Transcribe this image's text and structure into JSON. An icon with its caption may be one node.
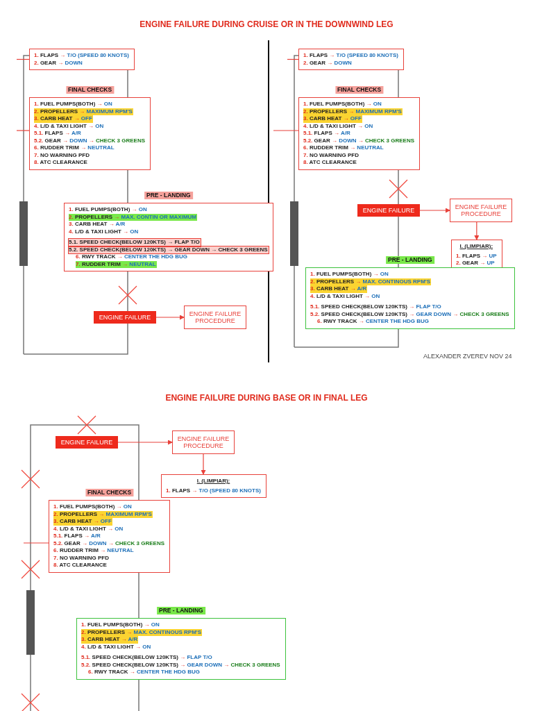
{
  "diagram": {
    "title": "ENGINE FAILURE DURING CRUISE OR IN THE DOWNWIND LEG",
    "nodes": [
      {
        "text": [
          "1. FLAPS → T/O (SPEED 80 KNOTS)",
          "2. GEAR → DOWN"
        ]
      },
      {
        "text": [
          "FINAL CHECKS",
          "1. FUEL PUMPS(BOTH) → ON",
          "2. PROPELLERS → MAXIMUM RPM'S",
          "3. CARB HEAT → OFF",
          "4. L/D & TAXI LIGHT → ON",
          "5.1. FLAPS → A/R",
          "5.2. GEAR → DOWN → CHECK 3 GREENS",
          "6. RUDDER TRIM → NEUTRAL",
          "7. NO WARNING PFD",
          "8. ATC CLEARANCE"
        ]
      },
      {
        "text": [
          "PRE - LANDING",
          "1. FUEL PUMPS(BOTH) → ON",
          "2. PROPELLERS → MAX. CONTIN OR MAXIMUM",
          "3. CARB HEAT → A/R",
          "4. L/D & TAXI LIGHT → ON",
          "5.1. SPEED CHECK(BELOW 120KTS) → FLAP T/O",
          "5.2. SPEED CHECK(BELOW 120KTS) → GEAR DOWN → CHECK 3 GREENS",
          "6. RWY TRACK → CENTER THE HDG BUG",
          "7. RUDDER TRIM → NEUTRAL"
        ]
      },
      {
        "text": [
          "ENGINE FAILURE"
        ]
      },
      {
        "text": [
          "ENGINE FAILURE PROCEDURE"
        ]
      },
      {
        "text": [
          "1. FLAPS → T/O (SPEED 80 KNOTS)",
          "2. GEAR → DOWN"
        ]
      },
      {
        "text": [
          "FINAL CHECKS",
          "1. FUEL PUMPS(BOTH) → ON",
          "2. PROPELLERS → MAXIMUM RPM'S",
          "3. CARB HEAT → OFF",
          "4. L/D & TAXI LIGHT → ON",
          "5.1. FLAPS → A/R",
          "5.2. GEAR → DOWN → CHECK 3 GREENS",
          "6. RUDDER TRIM → NEUTRAL",
          "7. NO WARNING PFD",
          "8. ATC CLEARANCE"
        ]
      },
      {
        "text": [
          "ENGINE FAILURE"
        ]
      },
      {
        "text": [
          "ENGINE FAILURE PROCEDURE"
        ]
      },
      {
        "text": [
          "I. (LIMPIAR):",
          "1. FLAPS → UP",
          "2. GEAR → UP"
        ]
      },
      {
        "text": [
          "PRE - LANDING",
          "1. FUEL PUMPS(BOTH) → ON",
          "2. PROPELLERS → MAX. CONTINOUS RPM'S",
          "3. CARB HEAT → A/R",
          "4. L/D & TAXI LIGHT → ON",
          "5.1. SPEED CHECK(BELOW 120KTS) → FLAP T/O",
          "5.2. SPEED CHECK(BELOW 120KTS) → GEAR DOWN → CHECK 3 GREENS",
          "6. RWY TRACK → CENTER THE HDG BUG"
        ]
      },
      {
        "text": [
          "ENGINE FAILURE"
        ]
      },
      {
        "text": [
          "ENGINE FAILURE PROCEDURE"
        ]
      },
      {
        "text": [
          "I. (LIMPIAR):",
          "1. FLAPS → T/O (SPEED 80 KNOTS)"
        ]
      },
      {
        "text": [
          "FINAL CHECKS",
          "1. FUEL PUMPS(BOTH) → ON",
          "2. PROPELLERS → MAXIMUM RPM'S",
          "3. CARB HEAT → OFF",
          "4. L/D & TAXI LIGHT → ON",
          "5.1. FLAPS → A/R",
          "5.2. GEAR → DOWN → CHECK 3 GREENS",
          "6. RUDDER TRIM → NEUTRAL",
          "7. NO WARNING PFD",
          "8. ATC CLEARANCE"
        ]
      },
      {
        "text": [
          "PRE - LANDING",
          "1. FUEL PUMPS(BOTH) → ON",
          "2. PROPELLERS → MAX. CONTINOUS RPM'S",
          "3. CARB HEAT → A/R",
          "4. L/D & TAXI LIGHT → ON",
          "5.1. SPEED CHECK(BELOW 120KTS) → FLAP T/O",
          "5.2. SPEED CHECK(BELOW 120KTS) → GEAR DOWN → CHECK 3 GREENS",
          "6. RWY TRACK → CENTER THE HDG BUG"
        ]
      }
    ],
    "edges": [
      {
        "from": 0,
        "to": null,
        "arrow": "none"
      },
      {
        "from": 1,
        "to": null,
        "arrow": "none"
      },
      {
        "from": 3,
        "to": 4,
        "arrow": "to"
      },
      {
        "from": 5,
        "to": null,
        "arrow": "none"
      },
      {
        "from": 6,
        "to": null,
        "arrow": "none"
      },
      {
        "from": 7,
        "to": 8,
        "arrow": "to"
      },
      {
        "from": 8,
        "to": 9,
        "arrow": "to"
      },
      {
        "from": 11,
        "to": 12,
        "arrow": "to"
      },
      {
        "from": 12,
        "to": 13,
        "arrow": "to"
      },
      {
        "from": 14,
        "to": null,
        "arrow": "none"
      }
    ],
    "labels": [
      "ALEXANDER ZVEREV NOV 24",
      "ENGINE FAILURE DURING BASE OR IN FINAL LEG"
    ]
  }
}
